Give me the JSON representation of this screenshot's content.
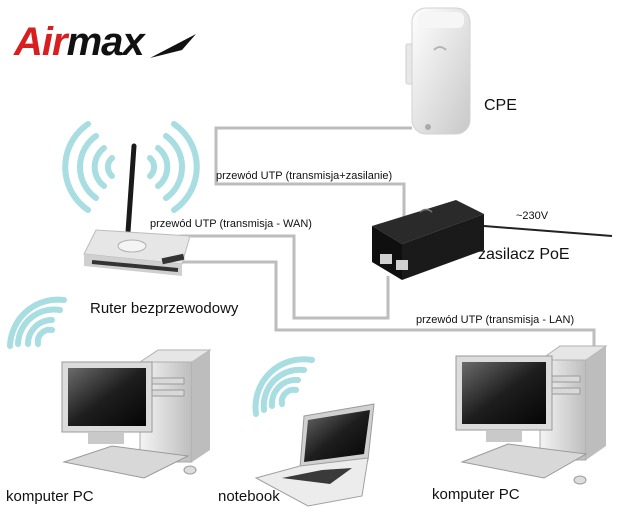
{
  "logo": {
    "part1": "Air",
    "part2": "max"
  },
  "devices": {
    "cpe": "CPE",
    "poe": "zasilacz PoE",
    "router": "Ruter bezprzewodowy",
    "pc_left": "komputer PC",
    "notebook": "notebook",
    "pc_right": "komputer PC"
  },
  "cables": {
    "cpe_link": "przewód UTP (transmisja+zasilanie)",
    "wan_link": "przewód UTP (transmisja - WAN)",
    "lan_link": "przewód UTP (transmisja - LAN)",
    "power": "~230V"
  },
  "colors": {
    "logo_accent": "#d81e1e",
    "cable": "#bdbdbd",
    "wifi": "#a8dde2"
  }
}
